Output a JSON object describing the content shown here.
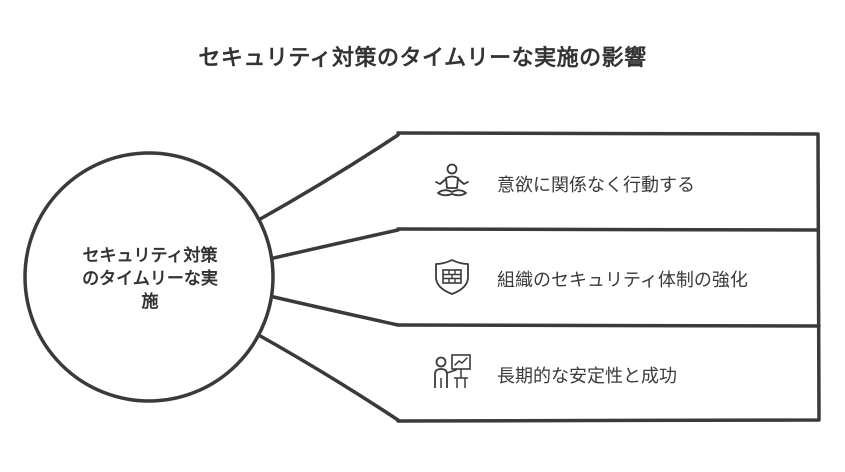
{
  "title": "セキュリティ対策のタイムリーな実施の影響",
  "center": {
    "line1": "セキュリティ対策",
    "line2": "のタイムリーな実",
    "line3": "施"
  },
  "items": [
    {
      "label": "意欲に関係なく行動する",
      "icon": "meditation-person-icon"
    },
    {
      "label": "組織のセキュリティ体制の強化",
      "icon": "shield-firewall-icon"
    },
    {
      "label": "長期的な安定性と成功",
      "icon": "presenter-growth-chart-icon"
    }
  ],
  "colors": {
    "stroke": "#3a3a3a",
    "text": "#333333",
    "background": "#ffffff"
  }
}
